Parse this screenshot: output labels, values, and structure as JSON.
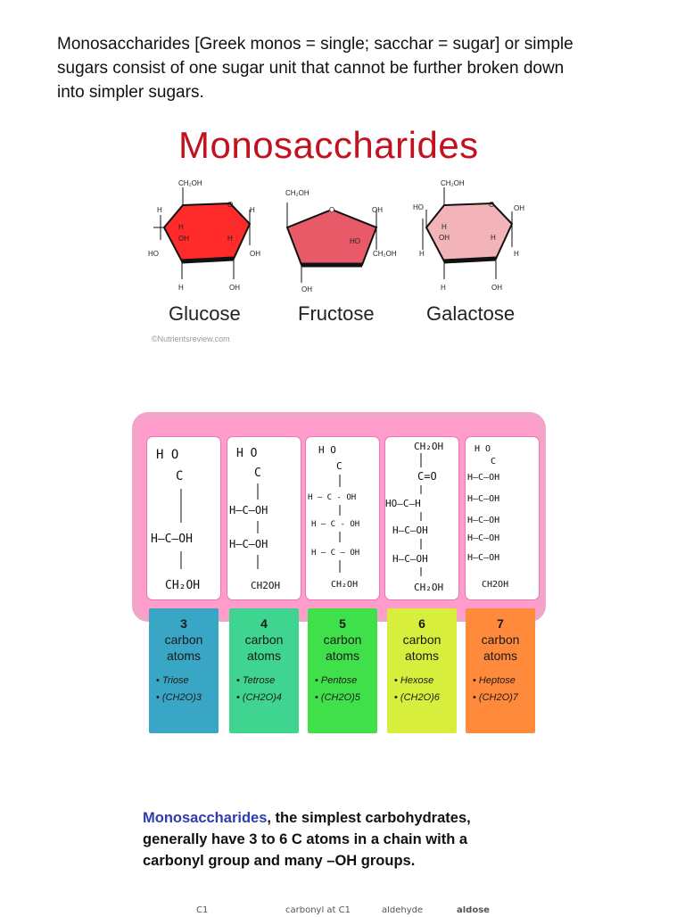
{
  "intro": {
    "line1": "Monosaccharides [Greek monos = single; sacchar = sugar] or simple",
    "line2": "sugars consist of one sugar unit that cannot be further broken down",
    "line3": "into simpler sugars."
  },
  "figure1": {
    "title": "Monosaccharides",
    "credit": "©Nutrientsreview.com",
    "sugars": [
      {
        "name": "Glucose",
        "color": "#ff2a2a"
      },
      {
        "name": "Fructose",
        "color": "#e85a68"
      },
      {
        "name": "Galactose",
        "color": "#f2b4b8"
      }
    ],
    "labels": {
      "ch2oh": "CH₂OH",
      "h": "H",
      "o": "O",
      "oh": "OH",
      "ho": "HO"
    }
  },
  "figure2": {
    "columns": [
      {
        "number": "3",
        "line1": "carbon",
        "line2": "atoms",
        "name": "Triose",
        "formula": "(CH2O)3",
        "color": "#3aa6c6",
        "lines": [
          "H   O",
          "C",
          "H–C–OH",
          "CH₂OH"
        ]
      },
      {
        "number": "4",
        "line1": "carbon",
        "line2": "atoms",
        "name": "Tetrose",
        "formula": "(CH2O)4",
        "color": "#3fd48f",
        "lines": [
          "H   O",
          "C",
          "H–C–OH",
          "H–C–OH",
          "CH2OH"
        ]
      },
      {
        "number": "5",
        "line1": "carbon",
        "line2": "atoms",
        "name": "Pentose",
        "formula": "(CH2O)5",
        "color": "#3fe04a",
        "lines": [
          "H   O",
          "C",
          "H – C - OH",
          "H – C - OH",
          "H – C – OH",
          "CH₂OH"
        ]
      },
      {
        "number": "6",
        "line1": "carbon",
        "line2": "atoms",
        "name": "Hexose",
        "formula": "(CH2O)6",
        "color": "#d8ee3c",
        "lines": [
          "CH₂OH",
          "C=O",
          "HO–C–H",
          "H–C–OH",
          "H–C–OH",
          "CH₂OH"
        ]
      },
      {
        "number": "7",
        "line1": "carbon",
        "line2": "atoms",
        "name": "Heptose",
        "formula": "(CH2O)7",
        "color": "#ff8a3c",
        "lines": [
          "H   O",
          "C",
          "H–C–OH",
          "H–C–OH",
          "H–C–OH",
          "H–C–OH",
          "H–C–OH",
          "CH2OH"
        ]
      }
    ]
  },
  "bottom": {
    "highlight": "Monosaccharides",
    "rest1": ", the simplest carbohydrates,",
    "line2": "generally have 3 to 6 C atoms in a chain with a",
    "line3": "carbonyl group and many –OH groups."
  },
  "cutoff": {
    "left": "C1",
    "middle": "carbonyl at C1",
    "a": "aldehyde",
    "b": "aldose"
  }
}
